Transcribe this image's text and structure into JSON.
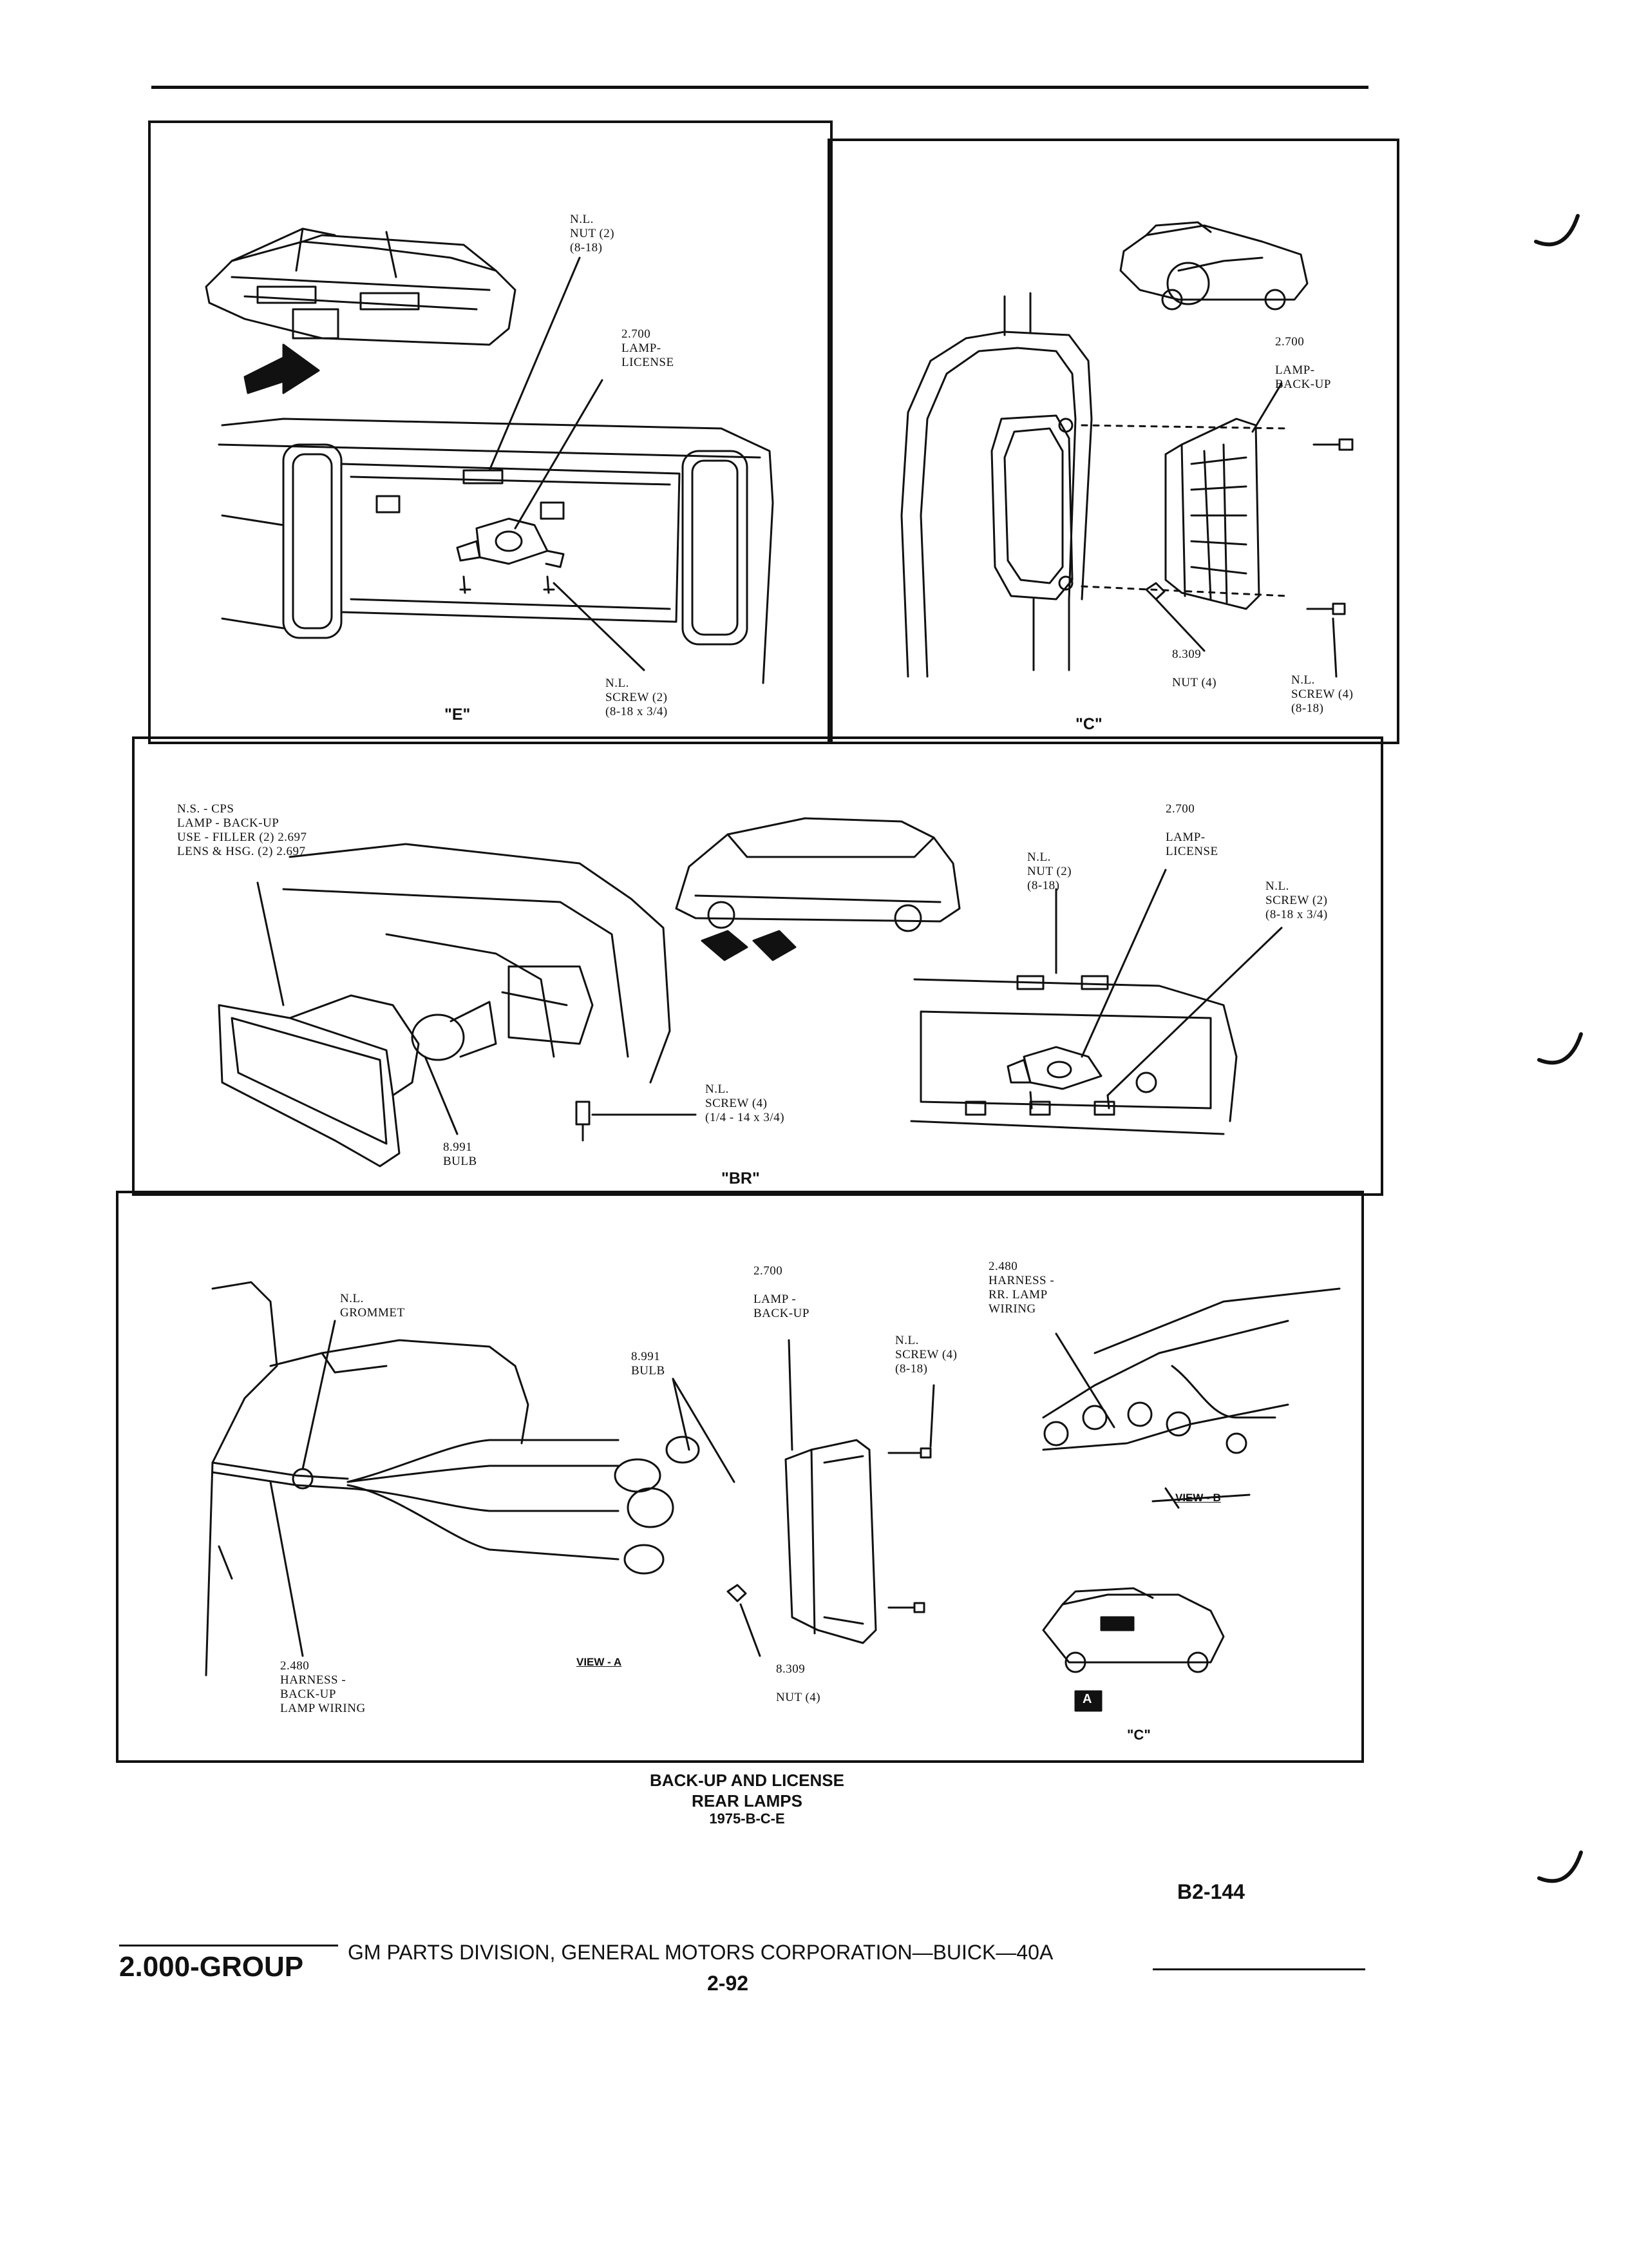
{
  "panel_e": {
    "view_label": "\"E\"",
    "nut_label": "N.L.\nNUT (2)\n(8-18)",
    "lamp_label": "2.700\nLAMP-\nLICENSE",
    "screw_label": "N.L.\nSCREW (2)\n(8-18 x 3/4)"
  },
  "panel_c_top": {
    "view_label": "\"C\"",
    "lamp_label": "2.700\n\nLAMP-\nBACK-UP",
    "nut_label": "8.309\n\nNUT (4)",
    "screw_label": "N.L.\nSCREW (4)\n(8-18)"
  },
  "panel_br": {
    "view_label": "\"BR\"",
    "ns_label": "N.S. - CPS\nLAMP - BACK-UP\nUSE - FILLER (2) 2.697\nLENS & HSG. (2) 2.697",
    "bulb_label": "8.991\nBULB",
    "screw_label": "N.L.\nSCREW (4)\n(1/4 - 14 x 3/4)",
    "lamp_label": "2.700\n\nLAMP-\nLICENSE",
    "nut_label": "N.L.\nNUT (2)\n(8-18)",
    "screw2_label": "N.L.\nSCREW (2)\n(8-18 x 3/4)"
  },
  "panel_c_bottom": {
    "grommet_label": "N.L.\nGROMMET",
    "bulb_label": "8.991\nBULB",
    "lamp_label": "2.700\n\nLAMP -\nBACK-UP",
    "screw_label": "N.L.\nSCREW (4)\n(8-18)",
    "harness_rr_label": "2.480\nHARNESS -\nRR. LAMP\nWIRING",
    "harness_bu_label": "2.480\nHARNESS -\nBACK-UP\nLAMP WIRING",
    "nut_label": "8.309\n\nNUT (4)",
    "view_a": "VIEW - A",
    "view_b": "VIEW - B",
    "view_label": "\"C\"",
    "marker_a": "A"
  },
  "caption": {
    "line1": "BACK-UP AND LICENSE",
    "line2": "REAR LAMPS",
    "line3": "1975-B-C-E"
  },
  "page_code": "B2-144",
  "footer": {
    "group": "2.000-GROUP",
    "division": "GM PARTS DIVISION, GENERAL MOTORS CORPORATION—BUICK—40A",
    "page_number": "2-92"
  }
}
